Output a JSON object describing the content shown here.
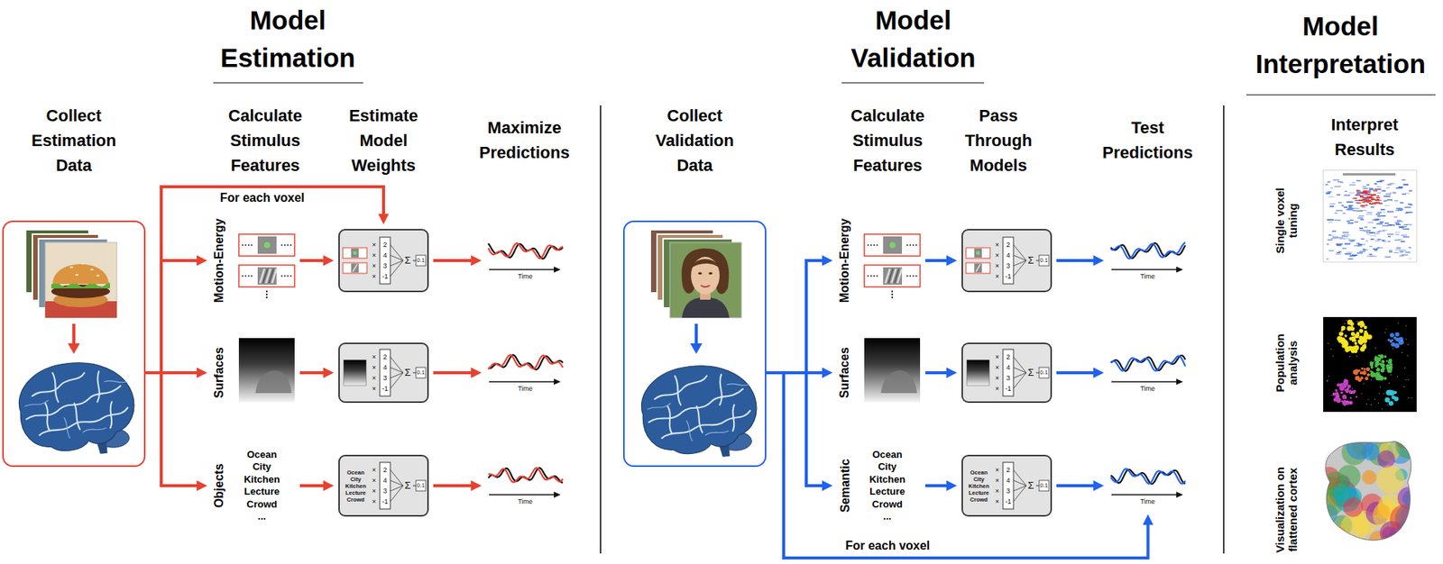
{
  "diagram": {
    "nodes": [
      {
        "text": [
          "Collect Estimation Data"
        ]
      },
      {
        "text": [
          "Motion-Energy"
        ]
      },
      {
        "text": [
          "× × × ×",
          "2 4 3 -1",
          "Σ",
          "0.1"
        ]
      },
      {
        "text": [
          "Time"
        ]
      },
      {
        "text": [
          "Surfaces"
        ]
      },
      {
        "text": [
          "× × × ×",
          "2 4 3 -1",
          "Σ",
          "0.1"
        ]
      },
      {
        "text": [
          "Time"
        ]
      },
      {
        "text": [
          "Objects",
          "Ocean City Kitchen Lecture Crowd ..."
        ]
      },
      {
        "text": [
          "Ocean City Kitchen Lecture Crowd",
          "× × × ×",
          "2 4 3 -1",
          "Σ",
          "0.1"
        ]
      },
      {
        "text": [
          "Time"
        ]
      },
      {
        "text": [
          "Collect Validation Data"
        ]
      },
      {
        "text": [
          "Motion-Energy"
        ]
      },
      {
        "text": [
          "× × × ×",
          "2 4 3 -1",
          "Σ",
          "0.1"
        ]
      },
      {
        "text": [
          "Time"
        ]
      },
      {
        "text": [
          "Surfaces"
        ]
      },
      {
        "text": [
          "× × × ×",
          "2 4 3 -1",
          "Σ",
          "0.1"
        ]
      },
      {
        "text": [
          "Time"
        ]
      },
      {
        "text": [
          "Semantic",
          "Ocean City Kitchen Lecture Crowd ..."
        ]
      },
      {
        "text": [
          "Ocean City Kitchen Lecture Crowd",
          "× × × ×",
          "2 4 3 -1",
          "Σ",
          "0.1"
        ]
      },
      {
        "text": [
          "Time"
        ]
      }
    ],
    "edges": [
      {
        "from": 0,
        "to": 1,
        "arrow": "to"
      },
      {
        "from": 0,
        "to": 4,
        "arrow": "to"
      },
      {
        "from": 0,
        "to": 7,
        "arrow": "to"
      },
      {
        "from": 0,
        "to": 2,
        "label": "For each voxel",
        "arrow": "to"
      },
      {
        "from": 1,
        "to": 2,
        "arrow": "to"
      },
      {
        "from": 2,
        "to": 3,
        "arrow": "to"
      },
      {
        "from": 4,
        "to": 5,
        "arrow": "to"
      },
      {
        "from": 5,
        "to": 6,
        "arrow": "to"
      },
      {
        "from": 7,
        "to": 8,
        "arrow": "to"
      },
      {
        "from": 8,
        "to": 9,
        "arrow": "to"
      },
      {
        "from": 10,
        "to": 11,
        "arrow": "to"
      },
      {
        "from": 10,
        "to": 14,
        "arrow": "to"
      },
      {
        "from": 10,
        "to": 17,
        "arrow": "to"
      },
      {
        "from": 10,
        "to": 19,
        "label": "For each voxel",
        "arrow": "to"
      },
      {
        "from": 11,
        "to": 12,
        "arrow": "to"
      },
      {
        "from": 12,
        "to": 13,
        "arrow": "to"
      },
      {
        "from": 14,
        "to": 15,
        "arrow": "to"
      },
      {
        "from": 15,
        "to": 16,
        "arrow": "to"
      },
      {
        "from": 17,
        "to": 18,
        "arrow": "to"
      },
      {
        "from": 18,
        "to": 19,
        "arrow": "to"
      }
    ],
    "labels": [
      "Model Estimation",
      "Model Validation",
      "Model Interpretation",
      "Calculate Stimulus Features",
      "Estimate Model Weights",
      "Maximize Predictions",
      "Calculate Stimulus Features",
      "Pass Through Models",
      "Test Predictions",
      "Interpret Results",
      "Single voxel tuning",
      "Population analysis",
      "Visualization on flattened cortex"
    ]
  }
}
